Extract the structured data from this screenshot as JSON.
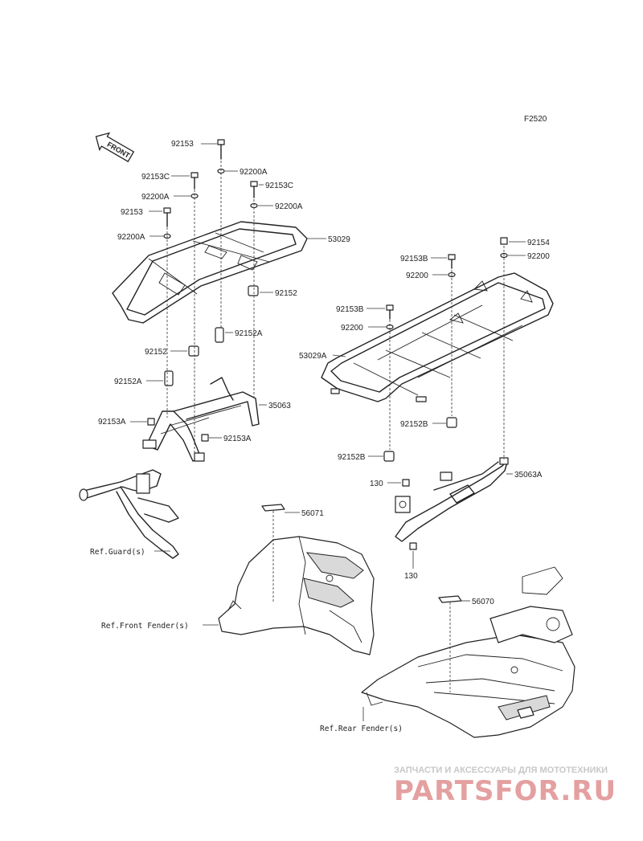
{
  "diagram_code": "F2520",
  "front_arrow_label": "FRONT",
  "left_callouts": [
    "92153",
    "92200A",
    "92153C",
    "92200A",
    "92153C",
    "92200A",
    "92153",
    "92200A",
    "53029",
    "92152",
    "92152A",
    "92152",
    "92152A",
    "35063",
    "92153A",
    "92153A"
  ],
  "right_callouts": [
    "92154",
    "92200",
    "92153B",
    "92200",
    "92153B",
    "92200",
    "53029A",
    "92152B",
    "92152B",
    "35063A",
    "130",
    "130"
  ],
  "lower_callouts": [
    "56071",
    "56070"
  ],
  "references": {
    "guard": "Ref.Guard(s)",
    "front_fender": "Ref.Front Fender(s)",
    "rear_fender": "Ref.Rear Fender(s)"
  },
  "watermark": {
    "subtitle": "ЗАПЧАСТИ И АКСЕССУАРЫ ДЛЯ МОТОТЕХНИКИ",
    "brand": "PARTSFOR.RU"
  }
}
